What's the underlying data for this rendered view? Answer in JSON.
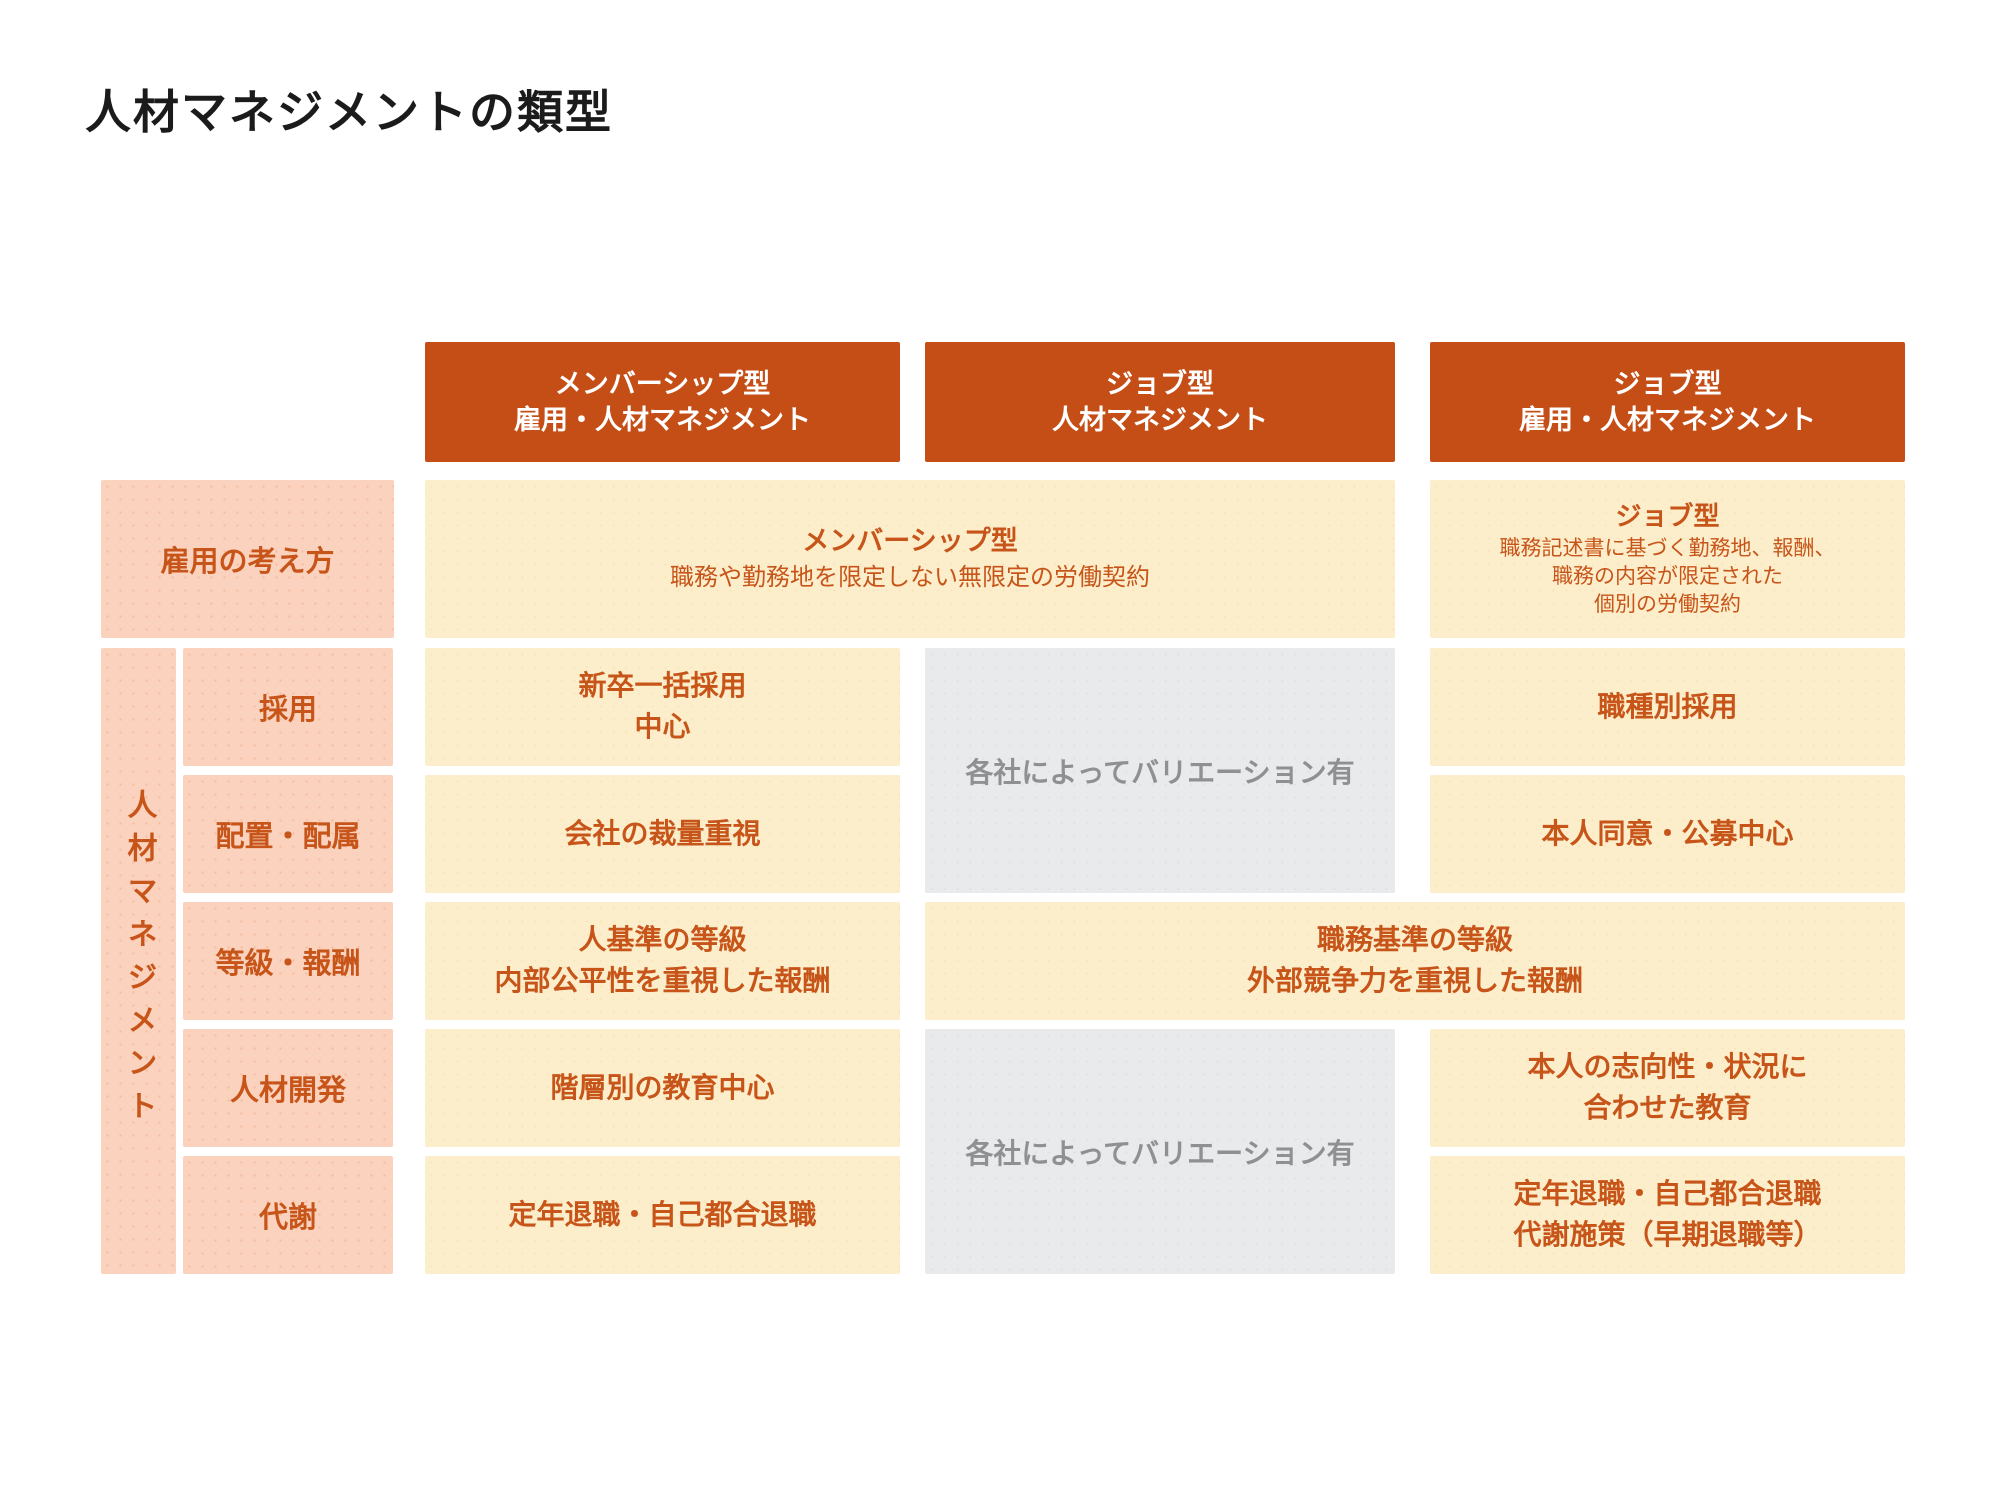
{
  "title": "人材マネジメントの類型",
  "colors": {
    "header_bg": "#C54E17",
    "header_text": "#FFFFFF",
    "pink_bg": "#FBD2BD",
    "cream_bg": "#FCEECB",
    "gray_bg": "#E9EAEB",
    "gray_text": "#8E9091",
    "accent_text": "#C7551A",
    "title_text": "#1B1B1B"
  },
  "headers": {
    "col1": {
      "line1": "メンバーシップ型",
      "line2": "雇用・人材マネジメント"
    },
    "col2": {
      "line1": "ジョブ型",
      "line2": "人材マネジメント"
    },
    "col3": {
      "line1": "ジョブ型",
      "line2": "雇用・人材マネジメント"
    }
  },
  "left": {
    "employment_label": "雇用の考え方",
    "hr_management_label": "人材マネジメント",
    "rows": [
      "採用",
      "配置・配属",
      "等級・報酬",
      "人材開発",
      "代謝"
    ]
  },
  "cells": {
    "employment_membership": {
      "title": "メンバーシップ型",
      "desc": "職務や勤務地を限定しない無限定の労働契約"
    },
    "employment_job": {
      "title": "ジョブ型",
      "desc1": "職務記述書に基づく勤務地、報酬、",
      "desc2": "職務の内容が限定された",
      "desc3": "個別の労働契約"
    },
    "recruit_membership": {
      "line1": "新卒一括採用",
      "line2": "中心"
    },
    "placement_membership": "会社の裁量重視",
    "variation_top": "各社によってバリエーション有",
    "recruit_job": "職種別採用",
    "placement_job": "本人同意・公募中心",
    "grade_membership": {
      "line1": "人基準の等級",
      "line2": "内部公平性を重視した報酬"
    },
    "grade_job": {
      "line1": "職務基準の等級",
      "line2": "外部競争力を重視した報酬"
    },
    "development_membership": "階層別の教育中心",
    "variation_bottom": "各社によってバリエーション有",
    "development_job": {
      "line1": "本人の志向性・状況に",
      "line2": "合わせた教育"
    },
    "turnover_membership": "定年退職・自己都合退職",
    "turnover_job": {
      "line1": "定年退職・自己都合退職",
      "line2": "代謝施策（早期退職等）"
    }
  }
}
